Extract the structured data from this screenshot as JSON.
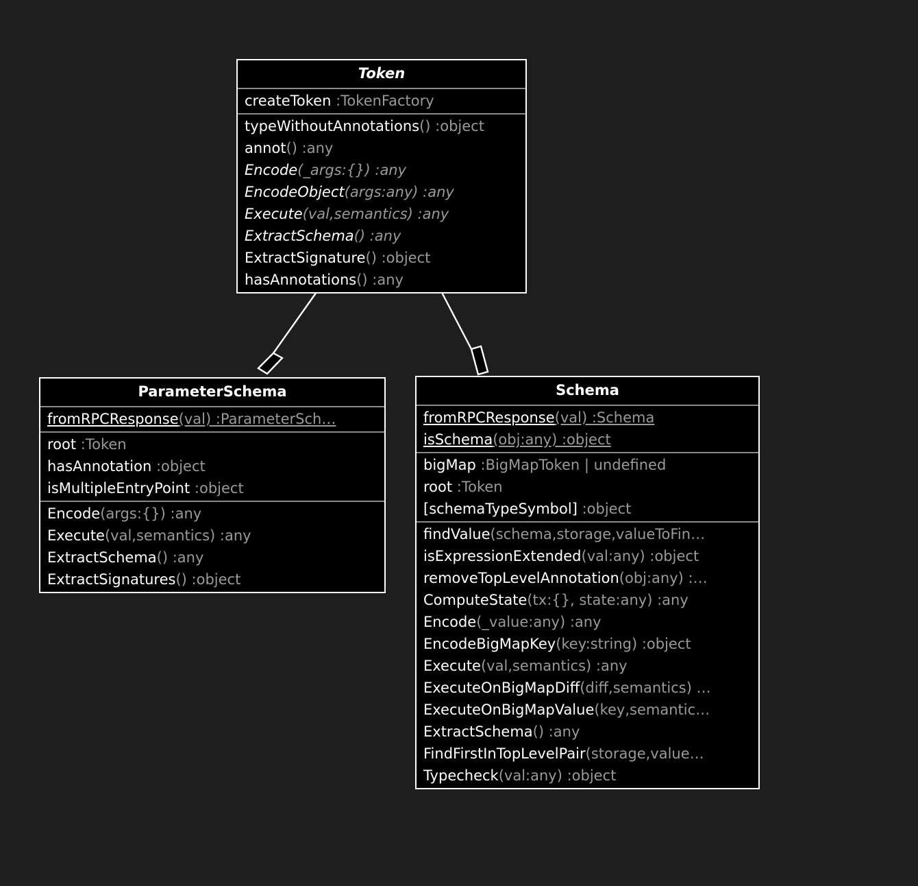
{
  "diagram": {
    "kind": "uml-class-diagram",
    "background_color": "#1e1e1e",
    "box_fill_color": "#000000",
    "box_border_color": "#ffffff",
    "separator_color": "#8a8a8a",
    "member_name_color": "#ffffff",
    "member_type_color": "#9a9a9a"
  },
  "classes": {
    "token": {
      "name": "Token",
      "abstract": true,
      "statics": [
        {
          "name": "createToken",
          "rest": " :TokenFactory",
          "static": false,
          "abstract": false
        }
      ],
      "members": [
        {
          "name": "typeWithoutAnnotations",
          "rest": "() :object",
          "abstract": false
        },
        {
          "name": "annot",
          "rest": "() :any",
          "abstract": false
        },
        {
          "name": "Encode",
          "rest": "(_args:{}) :any",
          "abstract": true
        },
        {
          "name": "EncodeObject",
          "rest": "(args:any) :any",
          "abstract": true
        },
        {
          "name": "Execute",
          "rest": "(val,semantics) :any",
          "abstract": true
        },
        {
          "name": "ExtractSchema",
          "rest": "() :any",
          "abstract": true
        },
        {
          "name": "ExtractSignature",
          "rest": "() :object",
          "abstract": false
        },
        {
          "name": "hasAnnotations",
          "rest": "() :any",
          "abstract": false
        }
      ]
    },
    "parameterschema": {
      "name": "ParameterSchema",
      "abstract": false,
      "statics": [
        {
          "name": "fromRPCResponse",
          "rest": "(val) :ParameterSch…",
          "static": true,
          "abstract": false
        }
      ],
      "attributes": [
        {
          "name": "root",
          "rest": " :Token",
          "abstract": false
        },
        {
          "name": "hasAnnotation",
          "rest": " :object",
          "abstract": false
        },
        {
          "name": "isMultipleEntryPoint",
          "rest": " :object",
          "abstract": false
        }
      ],
      "methods": [
        {
          "name": "Encode",
          "rest": "(args:{}) :any",
          "abstract": false
        },
        {
          "name": "Execute",
          "rest": "(val,semantics) :any",
          "abstract": false
        },
        {
          "name": "ExtractSchema",
          "rest": "() :any",
          "abstract": false
        },
        {
          "name": "ExtractSignatures",
          "rest": "() :object",
          "abstract": false
        }
      ]
    },
    "schema": {
      "name": "Schema",
      "abstract": false,
      "statics": [
        {
          "name": "fromRPCResponse",
          "rest": "(val) :Schema",
          "static": true,
          "abstract": false
        },
        {
          "name": "isSchema",
          "rest": "(obj:any) :object",
          "static": true,
          "abstract": false
        }
      ],
      "attributes": [
        {
          "name": "bigMap",
          "rest": " :BigMapToken | undefined",
          "abstract": false
        },
        {
          "name": "root",
          "rest": " :Token",
          "abstract": false
        },
        {
          "name": "[schemaTypeSymbol]",
          "rest": " :object",
          "abstract": false
        }
      ],
      "methods": [
        {
          "name": "findValue",
          "rest": "(schema,storage,valueToFin…",
          "abstract": false
        },
        {
          "name": "isExpressionExtended",
          "rest": "(val:any) :object",
          "abstract": false
        },
        {
          "name": "removeTopLevelAnnotation",
          "rest": "(obj:any) :…",
          "abstract": false
        },
        {
          "name": "ComputeState",
          "rest": "(tx:{}, state:any) :any",
          "abstract": false
        },
        {
          "name": "Encode",
          "rest": "(_value:any) :any",
          "abstract": false
        },
        {
          "name": "EncodeBigMapKey",
          "rest": "(key:string) :object",
          "abstract": false
        },
        {
          "name": "Execute",
          "rest": "(val,semantics) :any",
          "abstract": false
        },
        {
          "name": "ExecuteOnBigMapDiff",
          "rest": "(diff,semantics) …",
          "abstract": false
        },
        {
          "name": "ExecuteOnBigMapValue",
          "rest": "(key,semantic…",
          "abstract": false
        },
        {
          "name": "ExtractSchema",
          "rest": "() :any",
          "abstract": false
        },
        {
          "name": "FindFirstInTopLevelPair",
          "rest": "(storage,value…",
          "abstract": false
        },
        {
          "name": "Typecheck",
          "rest": "(val:any) :object",
          "abstract": false
        }
      ]
    }
  },
  "relationships": [
    {
      "kind": "aggregation",
      "from": "Token",
      "to": "ParameterSchema",
      "source_marker": "filled-circle",
      "target_marker": "hollow-diamond"
    },
    {
      "kind": "aggregation",
      "from": "Token",
      "to": "Schema",
      "source_marker": "filled-circle",
      "target_marker": "hollow-diamond"
    }
  ]
}
